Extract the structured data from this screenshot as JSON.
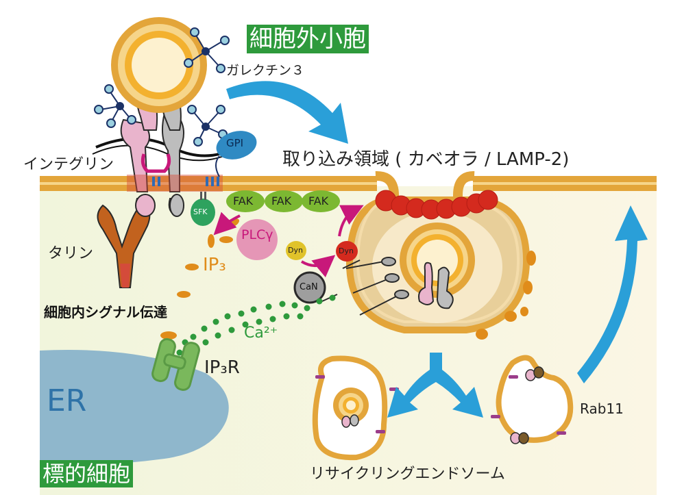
{
  "labels": {
    "exosome": "細胞外小胞",
    "galectin3": "ガレクチン３",
    "integrin": "インテグリン",
    "gpi": "GPI",
    "uptake_region": "取り込み領域 ( カベオラ / LAMP-2)",
    "talin": "タリン",
    "fak": "FAK",
    "sfk": "SFK",
    "plcg": "PLCγ",
    "dyn": "Dyn",
    "ip3": "IP₃",
    "can": "CaN",
    "signaling": "細胞内シグナル伝達",
    "ca": "Ca²⁺",
    "ip3r": "IP₃R",
    "er": "ER",
    "rab11": "Rab11",
    "recycling_endosome": "リサイクリングエンドソーム",
    "target_cell": "標的細胞"
  },
  "colors": {
    "membrane": "#e3a53a",
    "green_label_bg": "#2e9a3c",
    "arrow_blue": "#2a9fd8",
    "magenta": "#c8187a",
    "er_blue": "#8fb7cc",
    "fak_green": "#7cb832",
    "caveola_red": "#d42a1e"
  }
}
